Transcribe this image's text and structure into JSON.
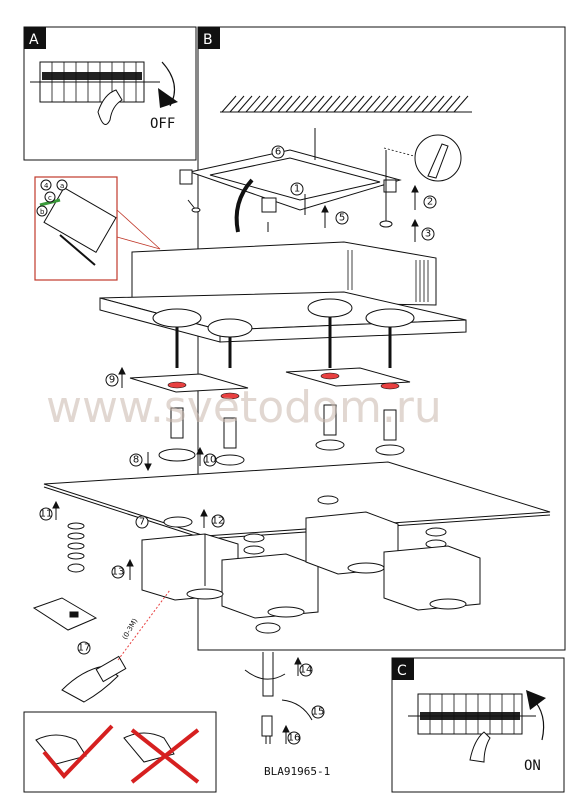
{
  "panels": {
    "a": {
      "tag": "A",
      "caption": "OFF"
    },
    "b": {
      "tag": "B"
    },
    "c": {
      "tag": "C",
      "caption": "ON"
    }
  },
  "wiring_inset": {
    "callouts": [
      "4",
      "a",
      "c",
      "b"
    ]
  },
  "steps": [
    "1",
    "2",
    "3",
    "4",
    "5",
    "6",
    "7",
    "8",
    "9",
    "10",
    "11",
    "12",
    "13",
    "14",
    "15",
    "16",
    "17"
  ],
  "remote": {
    "range_label": "(0-3M)"
  },
  "watermark": "www.svetodom.ru",
  "model_code": "BLA91965-1",
  "colors": {
    "inset_border": "#c0392b",
    "wrong_mark": "#d62020",
    "correct_mark": "#d62020",
    "highlight": "#e84040"
  }
}
